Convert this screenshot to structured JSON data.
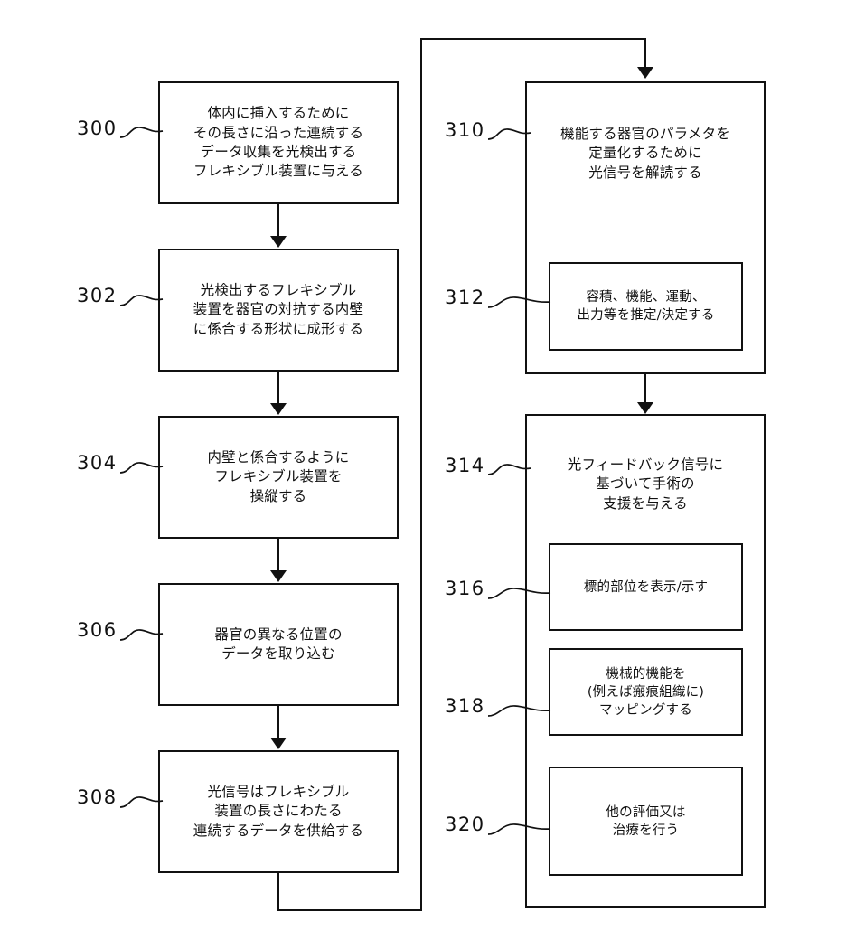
{
  "figure": {
    "type": "patent-flowchart",
    "language": "ja",
    "left_column": [
      {
        "ref": "300",
        "text": "体内に挿入するために\nその長さに沿った連続する\nデータ収集を光検出する\nフレキシブル装置に与える"
      },
      {
        "ref": "302",
        "text": "光検出するフレキシブル\n装置を器官の対抗する内壁\nに係合する形状に成形する"
      },
      {
        "ref": "304",
        "text": "内壁と係合するように\nフレキシブル装置を\n操縦する"
      },
      {
        "ref": "306",
        "text": "器官の異なる位置の\nデータを取り込む"
      },
      {
        "ref": "308",
        "text": "光信号はフレキシブル\n装置の長さにわたる\n連続するデータを供給する"
      }
    ],
    "right_column": [
      {
        "ref": "310",
        "text": "機能する器官のパラメタを\n定量化するために\n光信号を解読する",
        "children": [
          {
            "ref": "312",
            "text": "容積、機能、運動、\n出力等を推定/決定する"
          }
        ]
      },
      {
        "ref": "314",
        "text": "光フィードバック信号に\n基づいて手術の\n支援を与える",
        "children": [
          {
            "ref": "316",
            "text": "標的部位を表示/示す"
          },
          {
            "ref": "318",
            "text": "機械的機能を\n(例えば瘢痕組織に)\nマッピングする"
          },
          {
            "ref": "320",
            "text": "他の評価又は\n治療を行う"
          }
        ]
      }
    ],
    "colors": {
      "stroke": "#111111",
      "background": "#ffffff",
      "text": "#111111"
    }
  }
}
